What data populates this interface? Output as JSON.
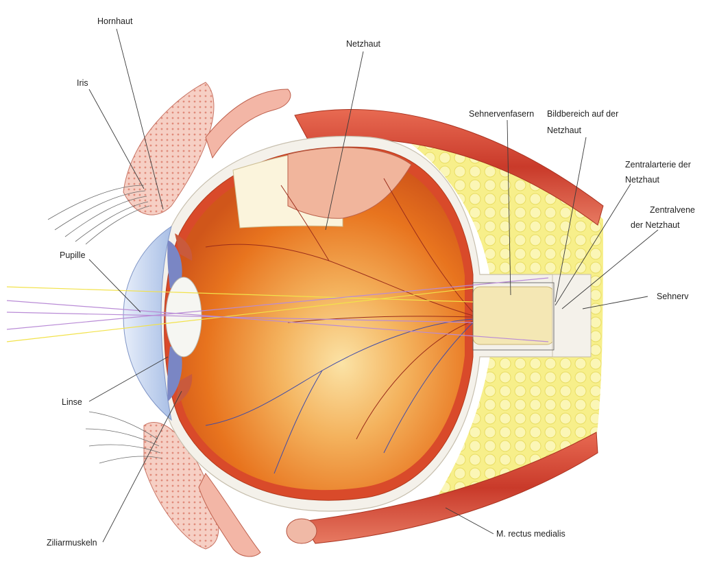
{
  "labels": {
    "hornhaut": "Hornhaut",
    "netzhaut": "Netzhaut",
    "iris": "Iris",
    "sehnervenfasern": "Sehnervenfasern",
    "bildbereich_l1": "Bildbereich auf der",
    "bildbereich_l2": "Netzhaut",
    "zentralarterie_l1": "Zentralarterie der",
    "zentralarterie_l2": "Netzhaut",
    "zentralvene_l1": "Zentralvene",
    "zentralvene_l2": "der Netzhaut",
    "pupille": "Pupille",
    "sehnerv": "Sehnerv",
    "linse": "Linse",
    "ziliarmuskeln": "Ziliarmuskeln",
    "rectus": "M. rectus medialis"
  },
  "colors": {
    "retina_orange": "#e8741e",
    "retina_light": "#f6c17a",
    "sclera": "#f4f1ea",
    "muscle_red": "#d8513b",
    "fat_yellow": "#f7ef8a",
    "cornea_blue": "#c9d7ee",
    "ray_yellow": "#f2e24a",
    "ray_purple": "#b98bd6"
  }
}
